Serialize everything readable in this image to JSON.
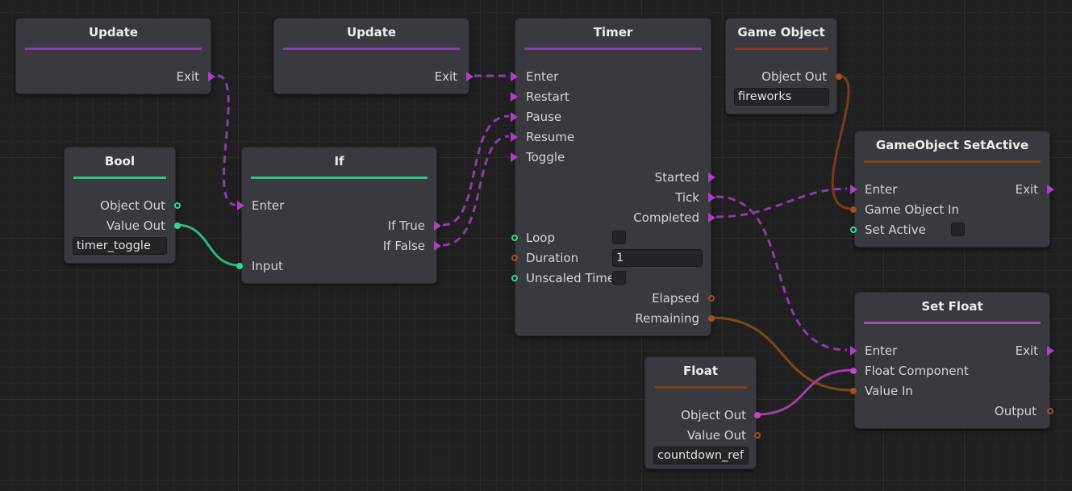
{
  "nodes": {
    "update1": {
      "title": "Update",
      "exit": "Exit"
    },
    "update2": {
      "title": "Update",
      "exit": "Exit"
    },
    "bool": {
      "title": "Bool",
      "object_out": "Object Out",
      "value_out": "Value Out",
      "value": "timer_toggle"
    },
    "if_node": {
      "title": "If",
      "enter": "Enter",
      "if_true": "If True",
      "if_false": "If False",
      "input": "Input"
    },
    "timer": {
      "title": "Timer",
      "enter": "Enter",
      "restart": "Restart",
      "pause": "Pause",
      "resume": "Resume",
      "toggle": "Toggle",
      "started": "Started",
      "tick": "Tick",
      "completed": "Completed",
      "loop": "Loop",
      "duration": "Duration",
      "duration_value": "1",
      "unscaled_time": "Unscaled Time",
      "elapsed": "Elapsed",
      "remaining": "Remaining"
    },
    "game_object": {
      "title": "Game Object",
      "object_out": "Object Out",
      "value": "fireworks"
    },
    "set_active": {
      "title": "GameObject SetActive",
      "enter": "Enter",
      "exit": "Exit",
      "game_object_in": "Game Object In",
      "set_active": "Set Active"
    },
    "set_float": {
      "title": "Set Float",
      "enter": "Enter",
      "exit": "Exit",
      "float_component": "Float Component",
      "value_in": "Value In",
      "output": "Output"
    },
    "float": {
      "title": "Float",
      "object_out": "Object Out",
      "value_out": "Value Out",
      "value": "countdown_ref"
    }
  },
  "colors": {
    "exec": "#b23bc7",
    "bool": "#35d68a",
    "object": "#a64e1f",
    "float": "#c046c7",
    "node_bg": "#393a3f"
  }
}
